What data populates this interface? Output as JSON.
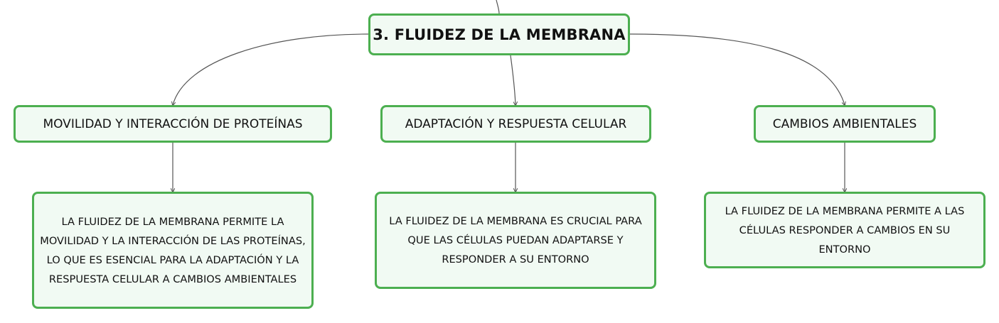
{
  "root": {
    "label": "3. FLUIDEZ DE LA MEMBRANA"
  },
  "topics": [
    {
      "label": "MOVILIDAD Y INTERACCIÓN DE PROTEÍNAS",
      "detail": "LA FLUIDEZ DE LA MEMBRANA PERMITE LA MOVILIDAD Y LA INTERACCIÓN DE LAS PROTEÍNAS, LO QUE ES ESENCIAL PARA LA ADAPTACIÓN Y LA RESPUESTA CELULAR A CAMBIOS AMBIENTALES"
    },
    {
      "label": "ADAPTACIÓN Y RESPUESTA CELULAR",
      "detail": "LA FLUIDEZ DE LA MEMBRANA ES CRUCIAL PARA QUE LAS CÉLULAS PUEDAN ADAPTARSE Y RESPONDER A SU ENTORNO"
    },
    {
      "label": "CAMBIOS AMBIENTALES",
      "detail": "LA FLUIDEZ DE LA MEMBRANA PERMITE A LAS CÉLULAS RESPONDER A CAMBIOS EN SU ENTORNO"
    }
  ],
  "colors": {
    "node_border": "#4caf50",
    "node_fill": "#f1faf3",
    "connector": "#555555"
  }
}
